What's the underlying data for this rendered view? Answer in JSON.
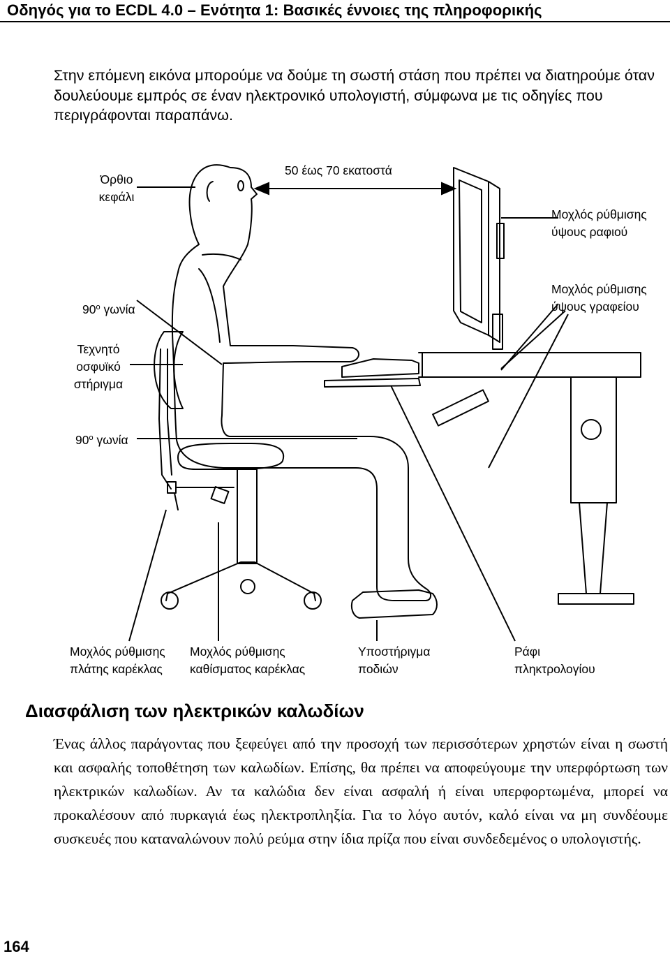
{
  "header": {
    "title": "Οδηγός για το ECDL 4.0 – Ενότητα 1: Βασικές έννοιες της πληροφορικής"
  },
  "intro": {
    "text": "Στην επόμενη εικόνα μπορούμε να δούμε τη σωστή στάση που πρέπει να διατηρούμε όταν δουλεύουμε εμπρός σε έναν ηλεκτρονικό υπολογιστή, σύμφωνα με τις οδηγίες που περιγράφονται παραπάνω."
  },
  "figure": {
    "labels": {
      "upright_head": "Όρθιο\nκεφάλι",
      "distance": "50 έως 70 εκατοστά",
      "shelf_height_lever": "Μοχλός ρύθμισης\nύψους ραφιού",
      "angle_90_arm_value": "90",
      "angle_90_arm_text": "γωνία",
      "desk_height_lever": "Μοχλός ρύθμισης\nύψους γραφείου",
      "lumbar_support": "Τεχνητό\nοσφυϊκό\nστήριγμα",
      "angle_90_knee_value": "90",
      "angle_90_knee_text": "γωνία",
      "degree_symbol": "o",
      "back_width_lever": "Μοχλός ρύθμισης\nπλάτης καρέκλας",
      "seat_height_lever": "Μοχλός ρύθμισης\nκαθίσματος καρέκλας",
      "footrest": "Υποστήριγμα\nποδιών",
      "keyboard_shelf": "Ράφι\nπληκτρολογίου"
    }
  },
  "section": {
    "heading": "Διασφάλιση των ηλεκτρικών καλωδίων",
    "body": "Ένας άλλος παράγοντας που ξεφεύγει από την προσοχή των περισσότερων χρηστών είναι η σωστή και ασφαλής τοποθέτηση των καλωδίων. Επίσης, θα πρέπει να αποφεύγουμε την υπερφόρτωση των ηλεκτρικών καλωδίων. Αν τα καλώδια δεν είναι ασφαλή ή είναι υπερφορτωμένα, μπορεί να προκαλέσουν από πυρκαγιά έως ηλεκτροπληξία. Για το λόγο αυτόν, καλό είναι να μη συνδέουμε συσκευές που καταναλώνουν πολύ ρεύμα στην ίδια πρίζα που είναι συνδεδεμένος ο υπολογιστής."
  },
  "footer": {
    "page_number": "164"
  }
}
